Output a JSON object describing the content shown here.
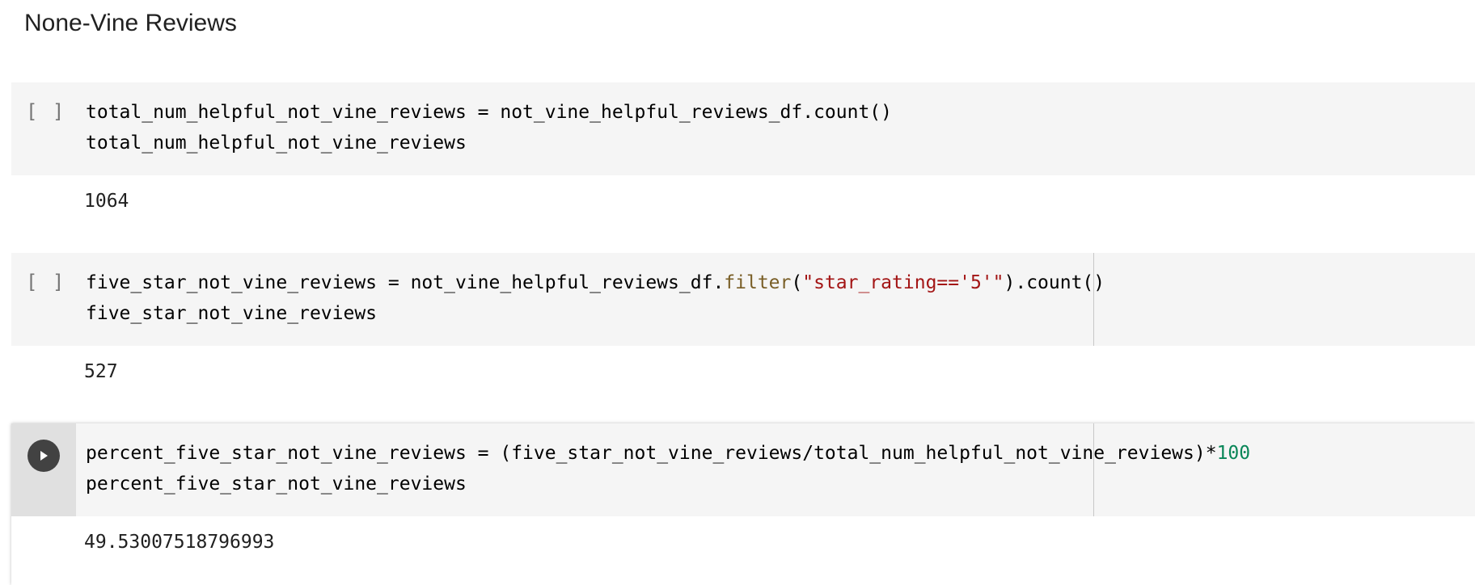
{
  "section": {
    "title": "None-Vine Reviews"
  },
  "cells": [
    {
      "bracket": "[ ]",
      "code_line1": {
        "a": "total_num_helpful_not_vine_reviews = not_vine_helpful_reviews_df.count()"
      },
      "code_line2": "total_num_helpful_not_vine_reviews",
      "output": "1064"
    },
    {
      "bracket": "[ ]",
      "code_line1": {
        "a": "five_star_not_vine_reviews = not_vine_helpful_reviews_df.",
        "fn": "filter",
        "b": "(",
        "str": "\"star_rating=='5'\"",
        "c": ").count()"
      },
      "code_line2": "five_star_not_vine_reviews",
      "output": "527"
    },
    {
      "run_icon": "play-icon",
      "code_line1": {
        "a": "percent_five_star_not_vine_reviews = (five_star_not_vine_reviews/total_num_helpful_not_vine_reviews)*",
        "num": "100"
      },
      "code_line2": "percent_five_star_not_vine_reviews",
      "output": "49.53007518796993"
    }
  ]
}
